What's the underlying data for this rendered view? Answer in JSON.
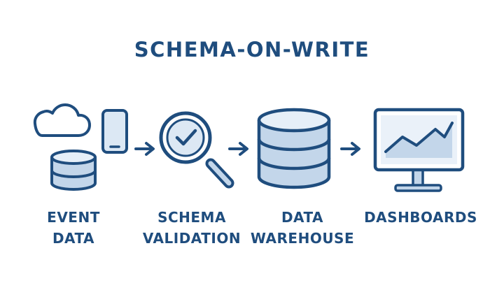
{
  "title": "SCHEMA-ON-WRITE",
  "colors": {
    "primary": "#1f4d7e",
    "fill_light": "#dce8f4",
    "fill_mid": "#c3d6ea"
  },
  "steps": [
    {
      "label_lines": [
        "EVENT",
        "DATA"
      ],
      "icons": [
        "cloud-icon",
        "mobile-phone-icon",
        "database-icon"
      ]
    },
    {
      "label_lines": [
        "SCHEMA",
        "VALIDATION"
      ],
      "icons": [
        "magnifier-check-icon"
      ]
    },
    {
      "label_lines": [
        "DATA",
        "WAREHOUSE"
      ],
      "icons": [
        "database-icon"
      ]
    },
    {
      "label_lines": [
        "DASHBOARDS"
      ],
      "icons": [
        "monitor-chart-icon"
      ]
    }
  ],
  "arrows": [
    "arrow-right-icon",
    "arrow-right-icon",
    "arrow-right-icon"
  ]
}
